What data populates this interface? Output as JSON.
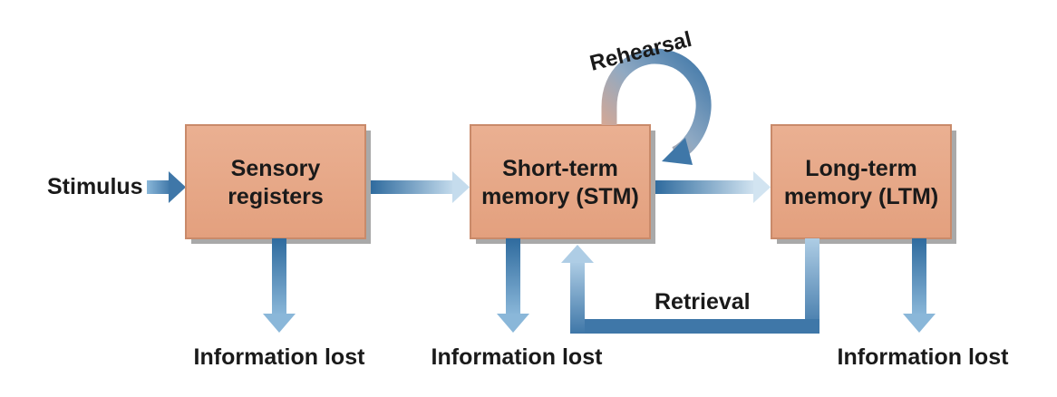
{
  "stimulus_label": "Stimulus",
  "boxes": {
    "sensory": {
      "line1": "Sensory",
      "line2": "registers"
    },
    "stm": {
      "line1": "Short-term",
      "line2": "memory (STM)"
    },
    "ltm": {
      "line1": "Long-term",
      "line2": "memory (LTM)"
    }
  },
  "rehearsal_label": "Rehearsal",
  "retrieval_label": "Retrieval",
  "information_lost": [
    "Information lost",
    "Information lost",
    "Information lost"
  ],
  "colors": {
    "box_fill": "#e8a888",
    "box_edge": "#c98a6a",
    "box_shadow": "#a9a9a9",
    "arrow_blue": "#3f77a8",
    "arrow_light": "#c5dced",
    "rehearsal_start": "#e8a888"
  }
}
